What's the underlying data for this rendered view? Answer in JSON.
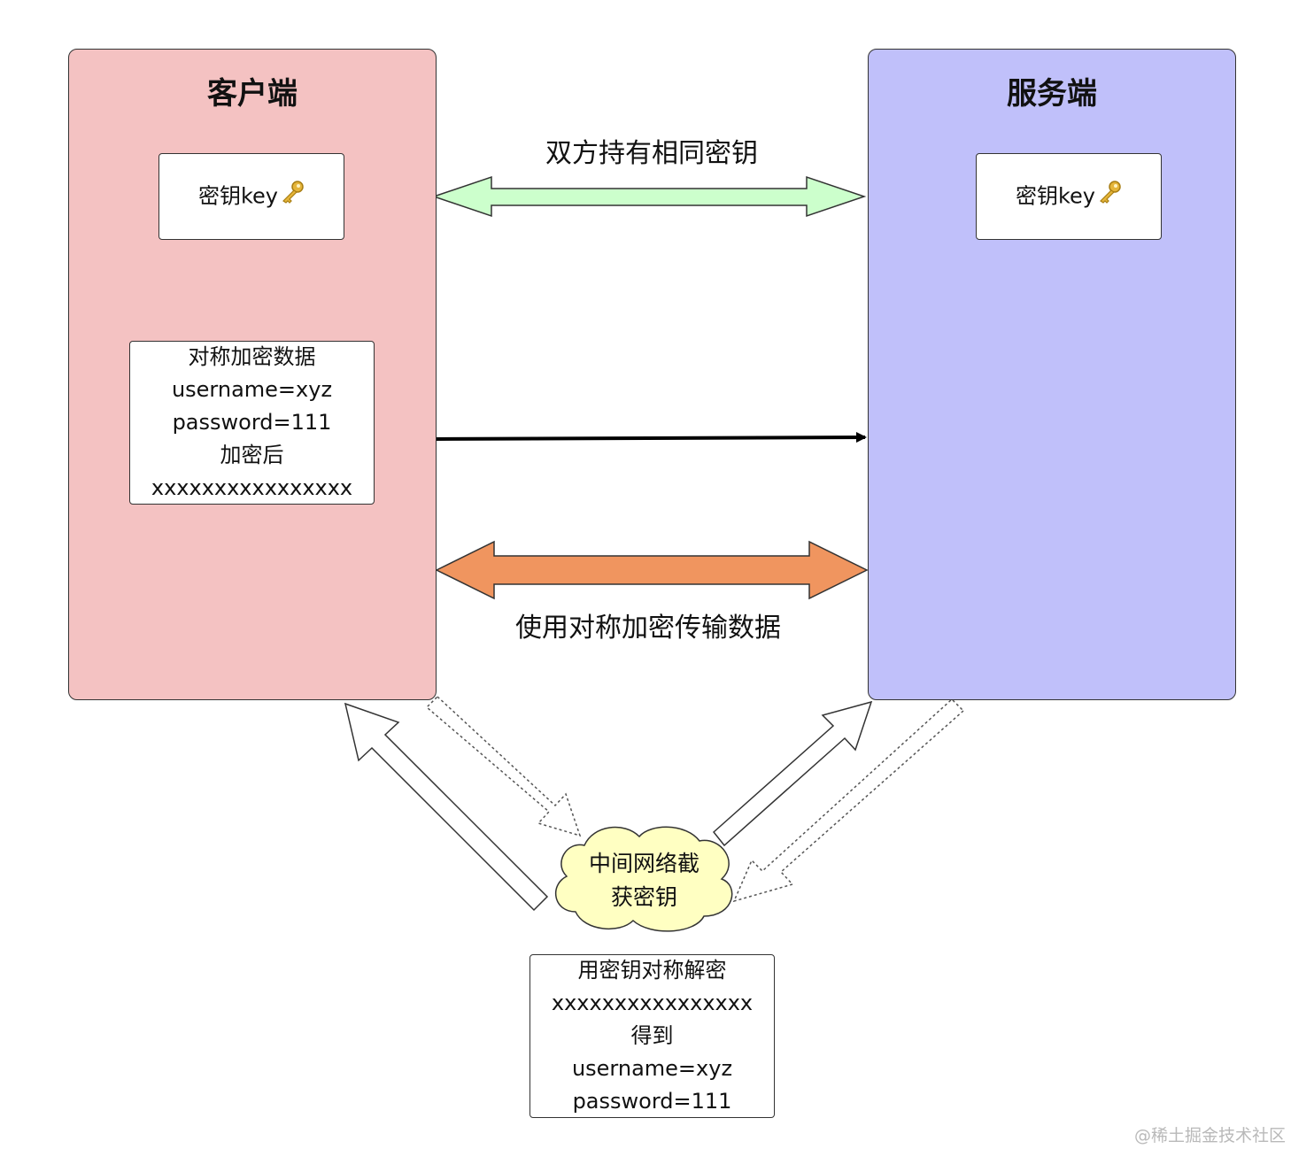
{
  "client": {
    "title": "客户端",
    "fill": "#f4c2c2",
    "key_label": "密钥key",
    "data_box": {
      "lines": [
        "对称加密数据",
        "username=xyz",
        "password=111",
        "加密后",
        "xxxxxxxxxxxxxxxx"
      ]
    }
  },
  "server": {
    "title": "服务端",
    "fill": "#c0c0fa",
    "key_label": "密钥key"
  },
  "arrows": {
    "shared_key_label": "双方持有相同密钥",
    "shared_key_color": "#ccffcc",
    "transfer_label": "使用对称加密传输数据",
    "transfer_color": "#f0955f"
  },
  "attacker": {
    "cloud_lines": [
      "中间网络截",
      "获密钥"
    ],
    "cloud_color": "#ffffc2",
    "decrypt_box": {
      "lines": [
        "用密钥对称解密",
        "xxxxxxxxxxxxxxxx",
        "得到",
        "username=xyz",
        "password=111"
      ]
    }
  },
  "watermark": "@稀土掘金技术社区"
}
